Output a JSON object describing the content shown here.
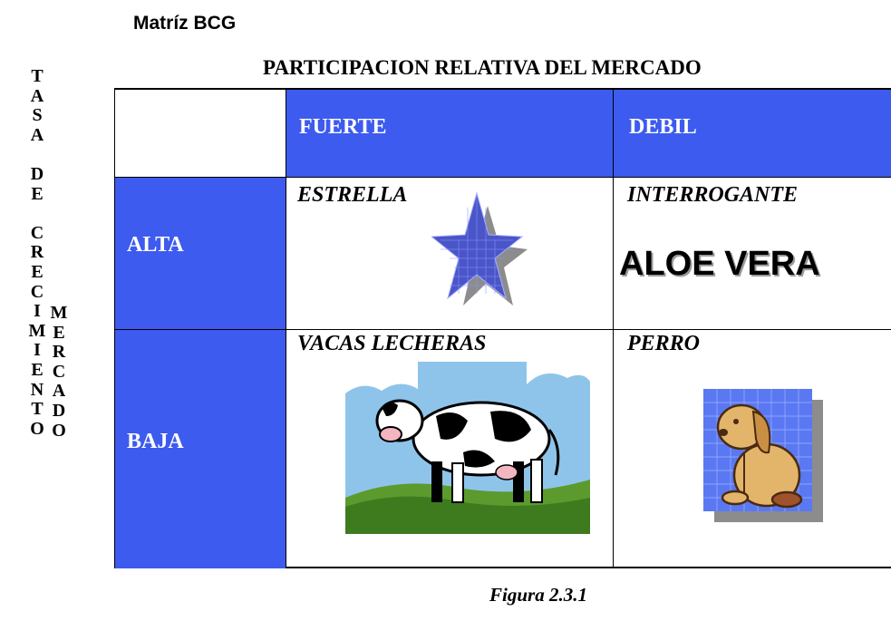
{
  "title": "Matríz BCG",
  "x_axis_title": "PARTICIPACION RELATIVA  DEL MERCADO",
  "y_axis_title": {
    "words": [
      "TASA",
      "DE",
      "CRECIMIENTO"
    ],
    "second_word": "MERCADO"
  },
  "columns": [
    "FUERTE",
    "DEBIL"
  ],
  "rows": [
    "ALTA",
    "BAJA"
  ],
  "quadrants": {
    "star": {
      "label": "ESTRELLA",
      "icon": "star-icon"
    },
    "question": {
      "label": "INTERROGANTE",
      "product": "ALOE VERA"
    },
    "cash_cow": {
      "label": "VACAS LECHERAS",
      "icon": "cow-icon"
    },
    "dog": {
      "label": "PERRO",
      "icon": "dog-icon"
    }
  },
  "caption": "Figura 2.3.1",
  "colors": {
    "header_blue": "#3d5bef",
    "star_blue": "#4a55c8",
    "sky": "#8fc4ea",
    "grass": "#5c9a2e",
    "dog": "#e2b56a"
  }
}
